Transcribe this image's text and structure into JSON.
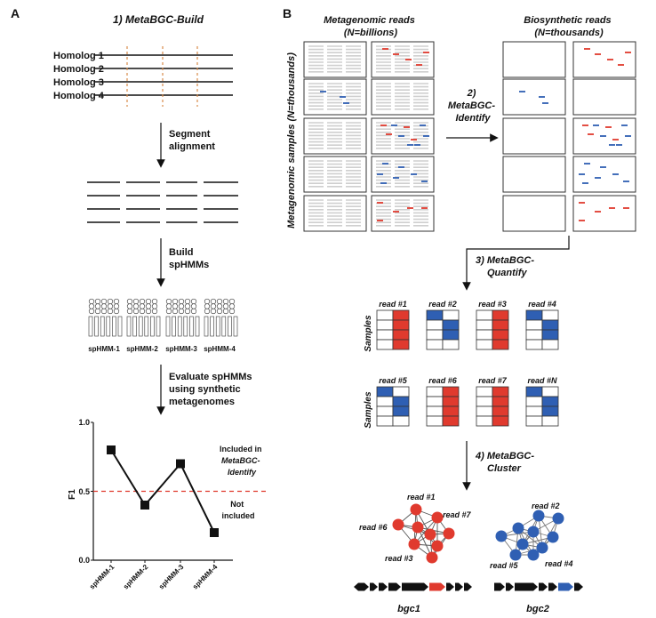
{
  "panel_a": {
    "label": "A",
    "title": "1) MetaBGC-Build",
    "homologs": [
      "Homolog 1",
      "Homolog 2",
      "Homolog 3",
      "Homolog 4"
    ],
    "step_segment": [
      "Segment",
      "alignment"
    ],
    "step_build": [
      "Build",
      "spHMMs"
    ],
    "sphmms": [
      "spHMM-1",
      "spHMM-2",
      "spHMM-3",
      "spHMM-4"
    ],
    "step_evaluate": [
      "Evaluate spHMMs",
      "using synthetic",
      "metagenomes"
    ],
    "included_label": [
      "Included in",
      "MetaBGC-",
      "Identify"
    ],
    "not_included_label": [
      "Not",
      "included"
    ]
  },
  "panel_b": {
    "label": "B",
    "metagenomic_reads": [
      "Metagenomic reads",
      "(N=billions)"
    ],
    "biosynthetic_reads": [
      "Biosynthetic reads",
      "(N=thousands)"
    ],
    "samples_axis": "Metagenomic samples (N=thousands)",
    "identify": [
      "2)",
      "MetaBGC-",
      "Identify"
    ],
    "quantify": [
      "3) MetaBGC-",
      "Quantify"
    ],
    "cluster": [
      "4) MetaBGC-",
      "Cluster"
    ],
    "samples_label": "Samples",
    "read_labels_row1": [
      "read #1",
      "read #2",
      "read #3",
      "read #4"
    ],
    "read_labels_row2": [
      "read #5",
      "read #6",
      "read #7",
      "read #N"
    ],
    "cluster1_labels": [
      "read #1",
      "read #7",
      "read #6",
      "read #3"
    ],
    "cluster2_labels": [
      "read #2",
      "read #5",
      "read #4"
    ],
    "bgc_labels": [
      "bgc1",
      "bgc2"
    ]
  },
  "colors": {
    "red": "#e03a2e",
    "blue": "#2f5fb3",
    "grey": "#cfcfcf",
    "dash": "#e03a2e",
    "orange": "#d98b4a"
  },
  "chart_data": {
    "type": "line",
    "categories": [
      "spHMM-1",
      "spHMM-2",
      "spHMM-3",
      "spHMM-4"
    ],
    "series": [
      {
        "values": [
          0.8,
          0.4,
          0.7,
          0.2
        ]
      }
    ],
    "threshold": 0.5,
    "ylabel": "F1",
    "ylim": [
      0.0,
      1.0
    ],
    "yticks": [
      "0.0",
      "0.5",
      "1.0"
    ]
  }
}
